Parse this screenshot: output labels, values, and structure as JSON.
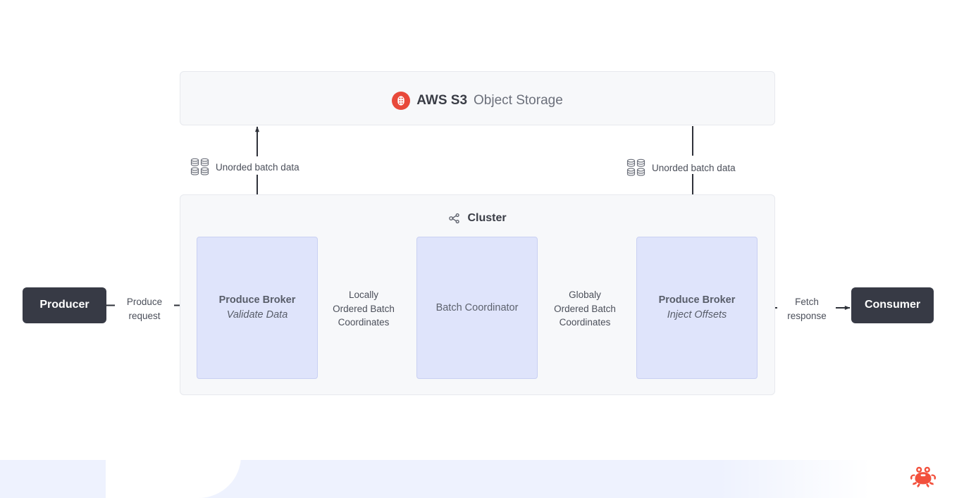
{
  "storage": {
    "icon": "aws-s3-icon",
    "brand": "AWS S3",
    "suffix": "Object Storage",
    "accent_color": "#e8493a"
  },
  "cluster": {
    "icon": "cluster-graph-icon",
    "title": "Cluster",
    "panel_bg": "#f7f8fa",
    "panel_border": "#e7e9ee",
    "nodes": [
      {
        "name": "produce-broker-validate",
        "title": "Produce Broker",
        "subtitle": "Validate Data"
      },
      {
        "name": "batch-coordinator",
        "title": "Batch Coordinator",
        "subtitle": ""
      },
      {
        "name": "produce-broker-offsets",
        "title": "Produce Broker",
        "subtitle": "Inject Offsets"
      }
    ],
    "node_bg": "#dfe4fb",
    "node_border": "#c9d0f2"
  },
  "endpoints": {
    "producer": "Producer",
    "consumer": "Consumer",
    "bg": "#373a45"
  },
  "edges": {
    "produce_request": "Produce\nrequest",
    "locally_ordered": "Locally\nOrdered Batch\nCoordinates",
    "globaly_ordered": "Globaly\nOrdered Batch\nCoordinates",
    "fetch_response": "Fetch\nresponse",
    "store_left": "Unorded batch data",
    "store_right": "Unorded batch data",
    "stroke_color": "#2f323a"
  },
  "branding": {
    "logo": "crab-logo",
    "logo_color": "#f2503c"
  }
}
